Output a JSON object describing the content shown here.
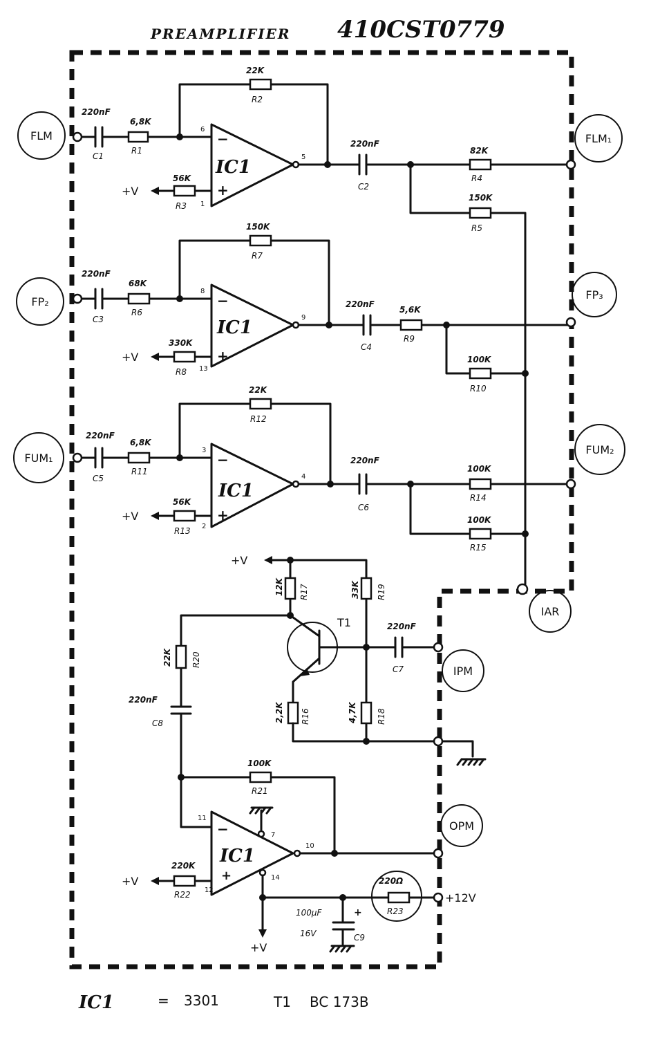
{
  "title": {
    "name": "PREAMPLIFIER",
    "code": "410CST0779"
  },
  "connectors": {
    "flm": "FLM",
    "flm1": "FLM₁",
    "fp2": "FP₂",
    "fp3": "FP₃",
    "fum1": "FUM₁",
    "fum2": "FUM₂",
    "iar": "IAR",
    "ipm": "IPM",
    "opm": "OPM",
    "plus12v": "+12V",
    "plus_v": "+V"
  },
  "ic_label": "IC1",
  "stage1": {
    "c1_val": "220nF",
    "c1_ref": "C1",
    "r1_val": "6,8K",
    "r1_ref": "R1",
    "r2_val": "22K",
    "r2_ref": "R2",
    "r3_val": "56K",
    "r3_ref": "R3",
    "c2_val": "220nF",
    "c2_ref": "C2",
    "r4_val": "82K",
    "r4_ref": "R4",
    "r5_val": "150K",
    "r5_ref": "R5",
    "pin_inv": "6",
    "pin_noninv": "1",
    "pin_out": "5"
  },
  "stage2": {
    "c3_val": "220nF",
    "c3_ref": "C3",
    "r6_val": "68K",
    "r6_ref": "R6",
    "r7_val": "150K",
    "r7_ref": "R7",
    "r8_val": "330K",
    "r8_ref": "R8",
    "c4_val": "220nF",
    "c4_ref": "C4",
    "r9_val": "5,6K",
    "r9_ref": "R9",
    "r10_val": "100K",
    "r10_ref": "R10",
    "pin_inv": "8",
    "pin_noninv": "13",
    "pin_out": "9"
  },
  "stage3": {
    "c5_val": "220nF",
    "c5_ref": "C5",
    "r11_val": "6,8K",
    "r11_ref": "R11",
    "r12_val": "22K",
    "r12_ref": "R12",
    "r13_val": "56K",
    "r13_ref": "R13",
    "c6_val": "220nF",
    "c6_ref": "C6",
    "r14_val": "100K",
    "r14_ref": "R14",
    "r15_val": "100K",
    "r15_ref": "R15",
    "pin_inv": "3",
    "pin_noninv": "2",
    "pin_out": "4"
  },
  "transistor_stage": {
    "r17_val": "12K",
    "r17_ref": "R17",
    "r19_val": "33K",
    "r19_ref": "R19",
    "t1_ref": "T1",
    "c7_val": "220nF",
    "c7_ref": "C7",
    "r20_val": "22K",
    "r20_ref": "R20",
    "c8_val": "220nF",
    "c8_ref": "C8",
    "r16_val": "2,2K",
    "r16_ref": "R16",
    "r18_val": "4,7K",
    "r18_ref": "R18"
  },
  "stage4": {
    "r21_val": "100K",
    "r21_ref": "R21",
    "r22_val": "220K",
    "r22_ref": "R22",
    "r23_val": "220Ω",
    "r23_ref": "R23",
    "c9_val": "100µF",
    "c9_volt": "16V",
    "c9_ref": "C9",
    "c9_plus": "+",
    "pin_inv": "11",
    "pin_noninv": "12",
    "pin_out": "10",
    "pin_gnd": "7",
    "pin_vcc": "14"
  },
  "footer": {
    "ic": "IC1",
    "eq": "=",
    "ic_part": "3301",
    "t_ref": "T1",
    "t_part": "BC 173B"
  }
}
